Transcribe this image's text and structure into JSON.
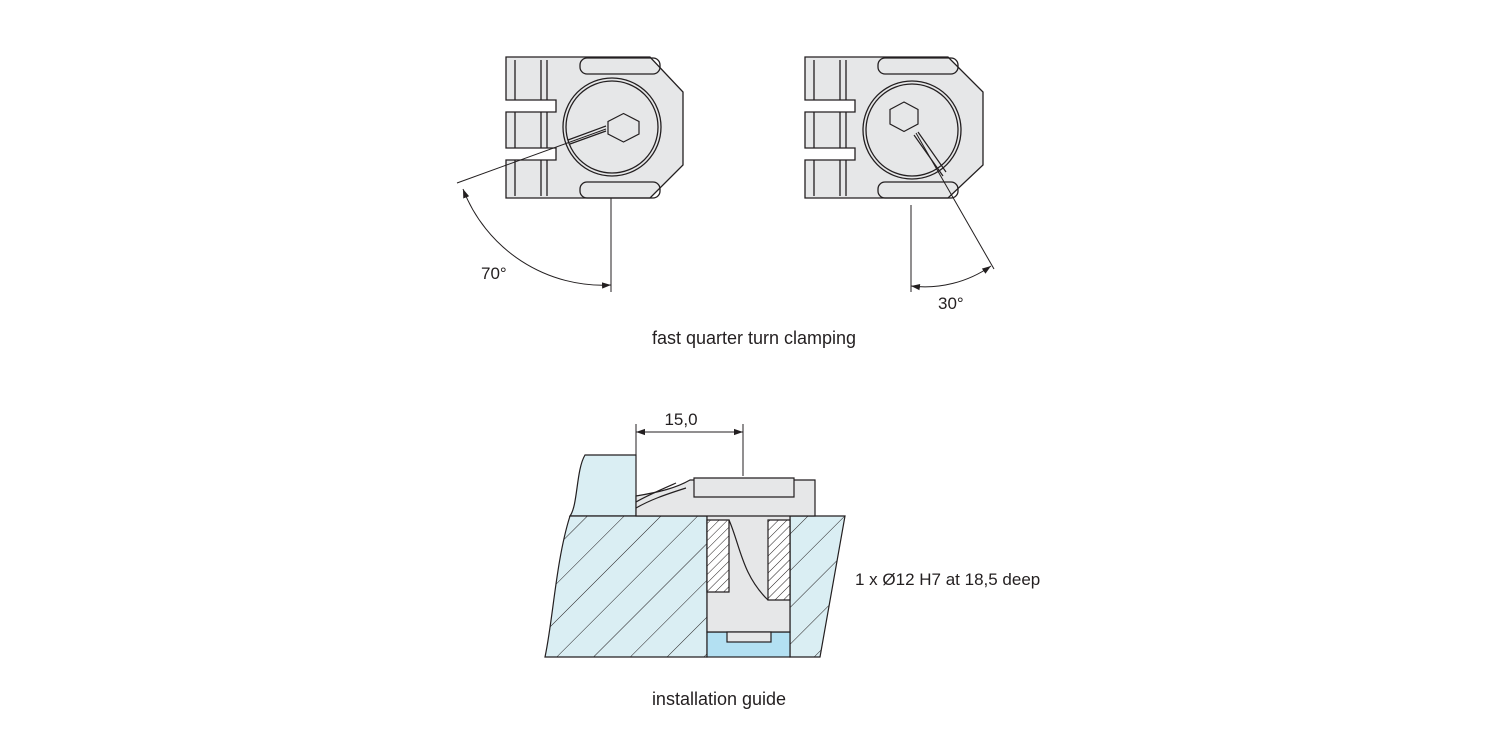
{
  "top_view": {
    "left_angle": "70°",
    "right_angle": "30°",
    "caption": "fast quarter turn clamping"
  },
  "section_view": {
    "dimension": "15,0",
    "hole_note": "1 x Ø12 H7 at 18,5 deep",
    "caption": "installation guide"
  },
  "colors": {
    "line": "#231f20",
    "part_fill": "#e6e7e8",
    "light_blue": "#daeef3",
    "hole_blue": "#b3e0f2",
    "hatch_fill": "#e7f5f8"
  }
}
